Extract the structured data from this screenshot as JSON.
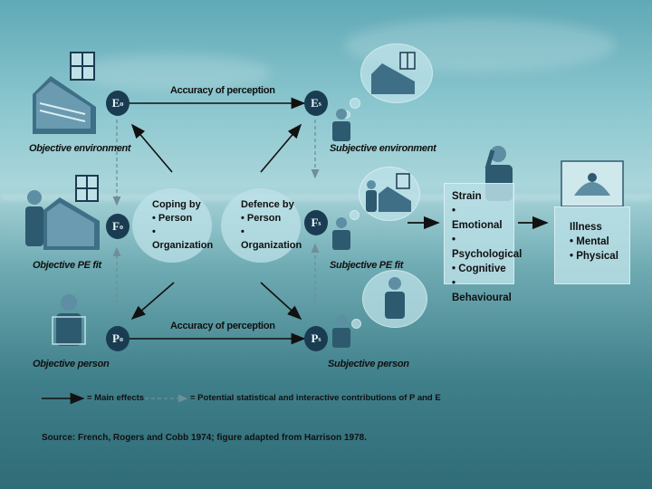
{
  "nodes": {
    "eo": {
      "main": "E",
      "sub": "o"
    },
    "es": {
      "main": "E",
      "sub": "s"
    },
    "fo": {
      "main": "F",
      "sub": "o"
    },
    "fs": {
      "main": "F",
      "sub": "s"
    },
    "po": {
      "main": "P",
      "sub": "o"
    },
    "ps": {
      "main": "P",
      "sub": "s"
    }
  },
  "labels": {
    "objective_environment": "Objective environment",
    "subjective_environment": "Subjective environment",
    "objective_pe_fit": "Objective PE fit",
    "subjective_pe_fit": "Subjective PE fit",
    "objective_person": "Objective person",
    "subjective_person": "Subjective person",
    "accuracy_top": "Accuracy of perception",
    "accuracy_bottom": "Accuracy of perception"
  },
  "coping": {
    "title": "Coping by",
    "items": [
      "Person",
      "Organization"
    ]
  },
  "defence": {
    "title": "Defence by",
    "items": [
      "Person",
      "Organization"
    ]
  },
  "strain": {
    "title": "Strain",
    "items": [
      "Emotional",
      "Psychological",
      "Cognitive",
      "Behavioural"
    ]
  },
  "illness": {
    "title": "Illness",
    "items": [
      "Mental",
      "Physical"
    ]
  },
  "legend": {
    "main_effects": "= Main effects",
    "potential": "= Potential statistical and interactive contributions of P and E"
  },
  "source": "Source: French, Rogers and Cobb 1974; figure adapted from Harrison 1978.",
  "colors": {
    "node": "#1a3c52",
    "panel": "#b9dee5",
    "arrow": "#111111",
    "dashed": "#6f8f96"
  },
  "icons": [
    "building-icon",
    "person-icon",
    "thought-bubble-icon",
    "worker-icon",
    "hospital-icon"
  ]
}
